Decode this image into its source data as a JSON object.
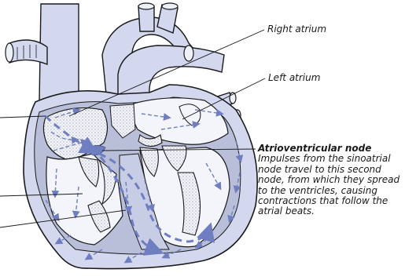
{
  "labels": {
    "right_atrium": "Right atrium",
    "left_atrium": "Left atrium",
    "av_node_title": "Atrioventricular node",
    "av_node_description": "Impulses from the sinoatrial node travel to this second node, from which they spread to the ventricles, causing contractions that follow the atrial beats."
  },
  "colors": {
    "tissue": "#d3d8ef",
    "chamber_interior": "#f4f5fb",
    "wall_shadow": "#b9bfd9",
    "impulse_arrow": "#6e7ec0",
    "outline": "#1a1a1a"
  }
}
